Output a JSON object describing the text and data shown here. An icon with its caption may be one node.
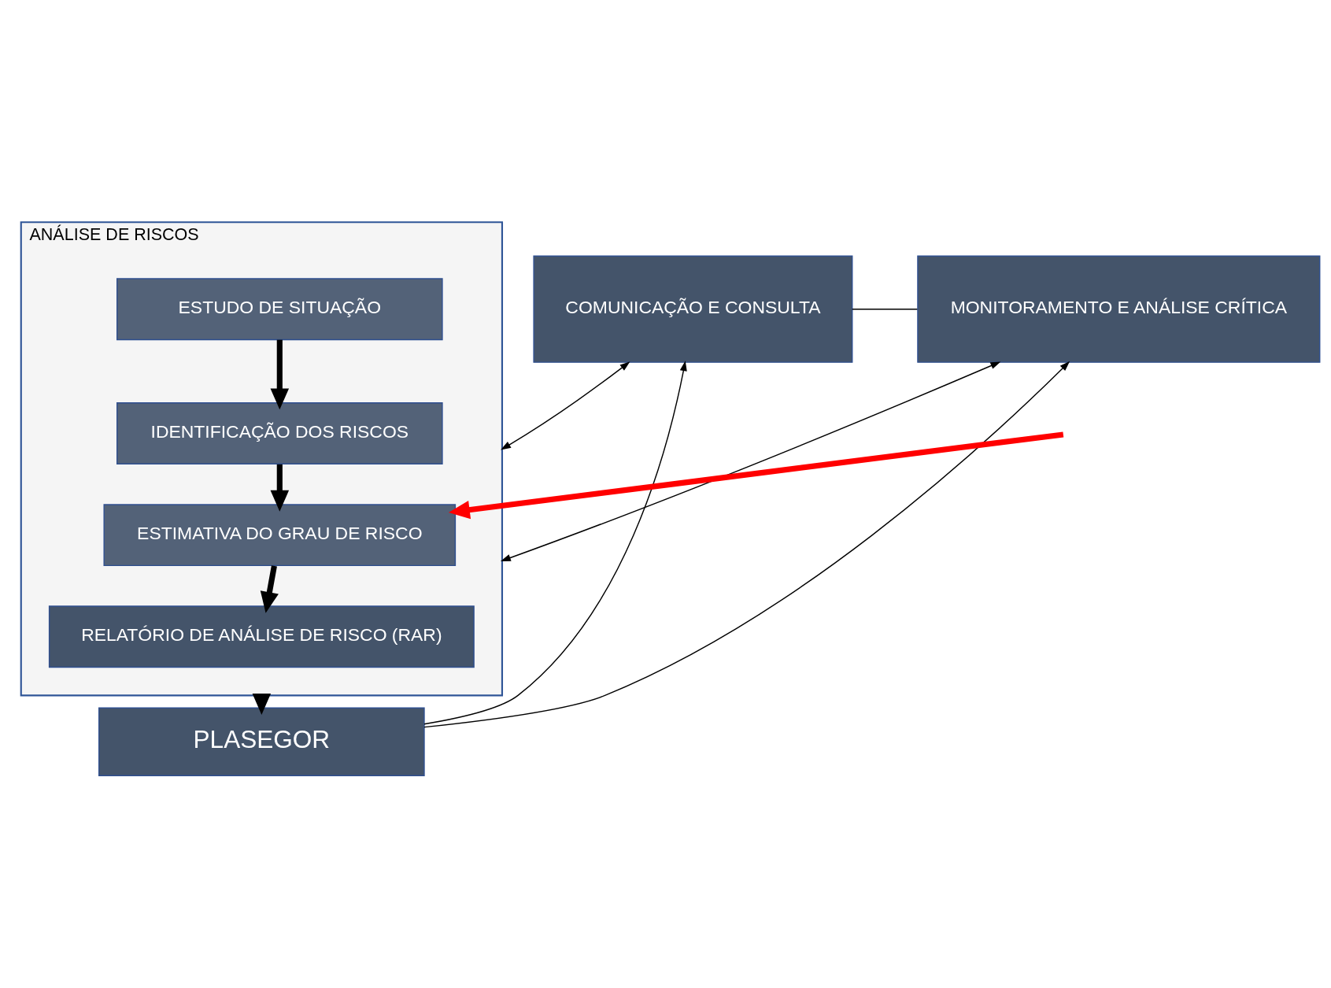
{
  "diagram": {
    "nodes": [
      {
        "text": [
          "ANÁLISE DE RISCOS"
        ]
      },
      {
        "text": [
          "ESTUDO DE SITUAÇÃO"
        ],
        "in": 0
      },
      {
        "text": [
          "IDENTIFICAÇÃO DOS RISCOS"
        ],
        "in": 0
      },
      {
        "text": [
          "ESTIMATIVA DO GRAU DE RISCO"
        ],
        "in": 0
      },
      {
        "text": [
          "RELATÓRIO DE ANÁLISE DE RISCO (RAR)"
        ],
        "in": 0
      },
      {
        "text": [
          "COMUNICAÇÃO E CONSULTA"
        ]
      },
      {
        "text": [
          "MONITORAMENTO E ANÁLISE CRÍTICA"
        ]
      },
      {
        "text": [
          "PLASEGOR"
        ]
      }
    ],
    "edges": [
      {
        "from": 1,
        "to": 2,
        "arrow": "to",
        "style": "thick"
      },
      {
        "from": 2,
        "to": 3,
        "arrow": "to",
        "style": "thick"
      },
      {
        "from": 3,
        "to": 4,
        "arrow": "to",
        "style": "thick"
      },
      {
        "from": 0,
        "to": 7,
        "arrow": "to",
        "style": "thick"
      },
      {
        "from": 5,
        "to": 0,
        "arrow": "both"
      },
      {
        "from": 0,
        "to": 6,
        "arrow": "both"
      },
      {
        "from": 5,
        "to": 6,
        "arrow": "none"
      },
      {
        "from": 7,
        "to": 5,
        "arrow": "to"
      },
      {
        "from": 7,
        "to": 6,
        "arrow": "to"
      },
      {
        "from": null,
        "to": 3,
        "arrow": "to",
        "style": "thick",
        "color": "#ff0000"
      }
    ]
  }
}
